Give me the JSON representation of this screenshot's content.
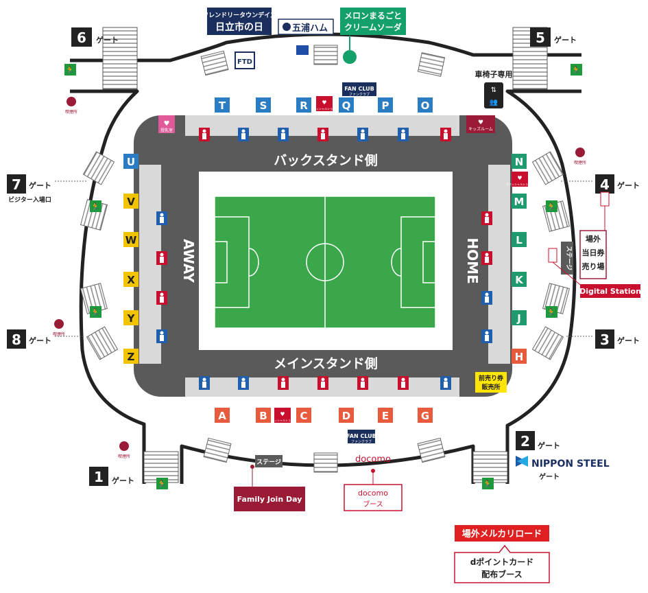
{
  "colors": {
    "blue": "#2a7cc3",
    "yellow": "#f2c400",
    "red_gate": "#e85a3c",
    "green_gate": "#1e9a6c",
    "stand": "#5a5a5a",
    "pitch": "#3aa84a",
    "maroon": "#9a1b36",
    "toilet_blue": "#1f5fae",
    "toilet_red": "#c8102e"
  },
  "gates": [
    {
      "num": "6",
      "label": "ゲート"
    },
    {
      "num": "5",
      "label": "ゲート"
    },
    {
      "num": "7",
      "label": "ゲート",
      "sub": "ビジター入場口"
    },
    {
      "num": "4",
      "label": "ゲート"
    },
    {
      "num": "8",
      "label": "ゲート"
    },
    {
      "num": "3",
      "label": "ゲート"
    },
    {
      "num": "1",
      "label": "ゲート"
    },
    {
      "num": "2",
      "label": "ゲート"
    }
  ],
  "stands": {
    "back": "バックスタンド側",
    "main": "メインスタンド側",
    "away": "AWAY",
    "home": "HOME"
  },
  "blocks": {
    "top": [
      "T",
      "S",
      "R",
      "Q",
      "P",
      "O"
    ],
    "left": [
      "U",
      "V",
      "W",
      "X",
      "Y",
      "Z"
    ],
    "right": [
      "N",
      "M",
      "L",
      "K",
      "J",
      "H"
    ],
    "bottom": [
      "A",
      "B",
      "C",
      "D",
      "E",
      "G"
    ]
  },
  "sponsors": {
    "friendly_line1": "フレンドリータウンデイズ",
    "friendly_line2": "日立市の日",
    "ftd": "FTD",
    "goura": "五浦ハム",
    "melon_line1": "メロンまるごと",
    "melon_line2": "クリームソーダ",
    "nippon_steel": "NIPPON STEEL",
    "nippon_gate": "ゲート"
  },
  "facilities": {
    "wheelchair": "車椅子専用",
    "fanclub": "FAN CLUB",
    "fanclub_sub": "ファンクラブ",
    "nursing": "授乳室",
    "official": "オフィシャルショップ",
    "kids": "キッズルーム",
    "smoking": "喫煙所",
    "stage": "ステージ",
    "stage_bottom": "ステージ",
    "venue_ticket_l1": "場外",
    "venue_ticket_l2": "当日券",
    "venue_ticket_l3": "売り場",
    "digital_station": "Digital Station",
    "presale_l1": "前売り券",
    "presale_l2": "販売所",
    "family": "Family Join Day",
    "docomo": "docomo",
    "docomo_booth_l1": "docomo",
    "docomo_booth_l2": "ブース",
    "mercari": "場外メルカリロード",
    "dpoint_l1": "dポイントカード",
    "dpoint_l2": "配布ブース"
  }
}
